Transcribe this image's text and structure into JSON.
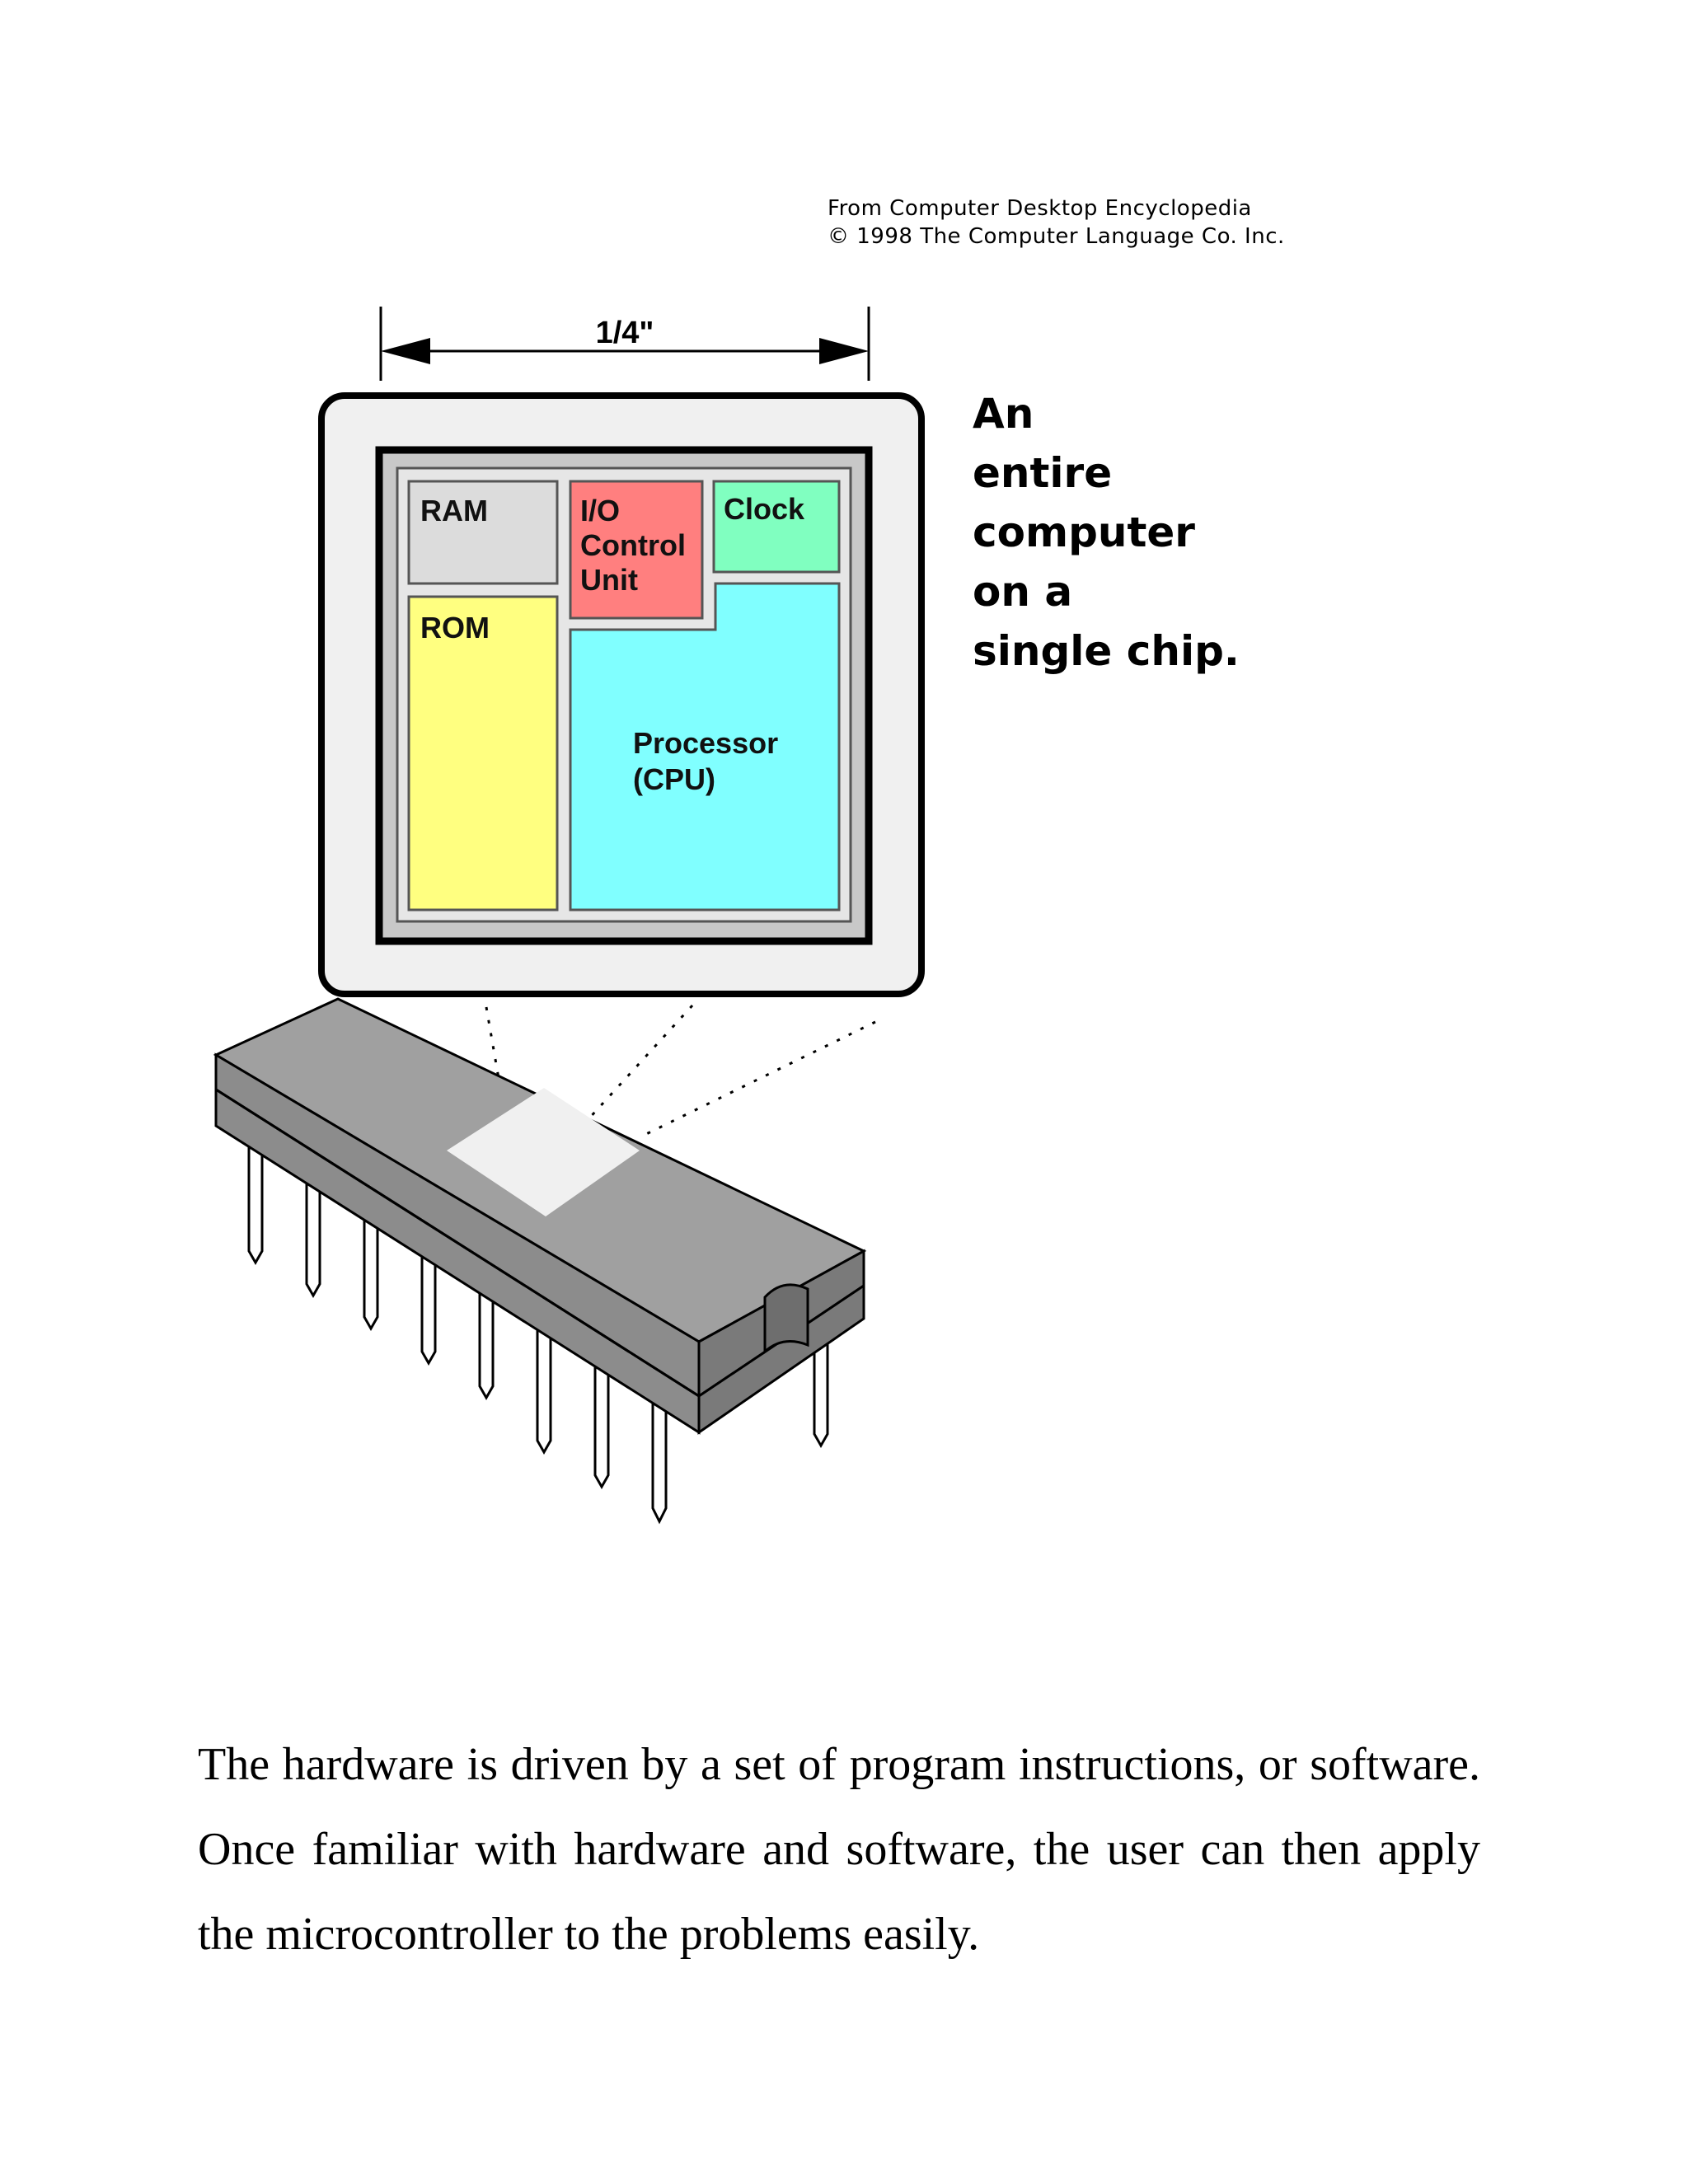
{
  "credit": {
    "line1": "From Computer Desktop Encyclopedia",
    "line2": "© 1998 The Computer Language Co. Inc."
  },
  "diagram": {
    "dimension_label": "1/4\"",
    "blocks": {
      "ram": "RAM",
      "io_line1": "I/O",
      "io_line2": "Control",
      "io_line3": "Unit",
      "clock": "Clock",
      "rom": "ROM",
      "cpu_line1": "Processor",
      "cpu_line2": "(CPU)"
    },
    "colors": {
      "ram": "#dcdcdc",
      "io": "#ff7f7f",
      "clock": "#80ffc0",
      "rom": "#ffff80",
      "cpu": "#80ffff",
      "chip_body": "#a0a0a0",
      "die_window": "#f0f0f0"
    },
    "tagline": [
      "An",
      "entire",
      "computer",
      "on a",
      "single chip."
    ]
  },
  "body": {
    "paragraph": "The hardware is driven by a set of program instructions, or software. Once familiar with hardware and software, the user can then apply the microcontroller to the problems easily."
  }
}
